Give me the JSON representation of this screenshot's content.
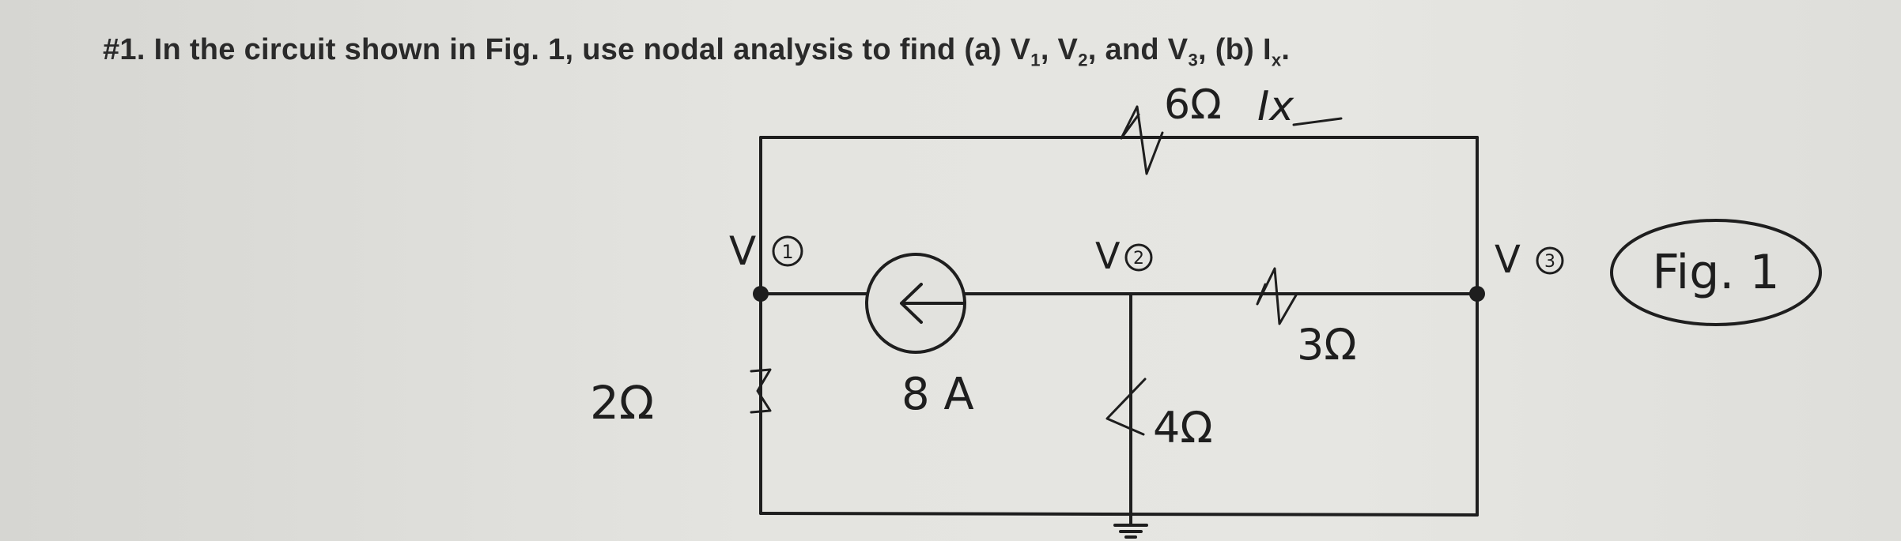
{
  "problem": {
    "number": "#1.",
    "text_before": "In the circuit shown in Fig. 1, use nodal analysis to find (a) V",
    "sub1": "1",
    "text_mid1": ", V",
    "sub2": "2",
    "text_mid2": ", and V",
    "sub3": "3",
    "text_mid3": ", (b) I",
    "subx": "x",
    "text_end": "."
  },
  "circuit": {
    "r_top": "6Ω",
    "current_top": "Ix",
    "r_left": "2Ω",
    "r_mid_vertical": "4Ω",
    "r_mid_horizontal": "3Ω",
    "source": "8 A",
    "node1": {
      "v": "V",
      "num": "1"
    },
    "node2": {
      "v": "V",
      "num": "2"
    },
    "node3": {
      "v": "V",
      "num": "3"
    },
    "fig_label": "Fig. 1"
  }
}
